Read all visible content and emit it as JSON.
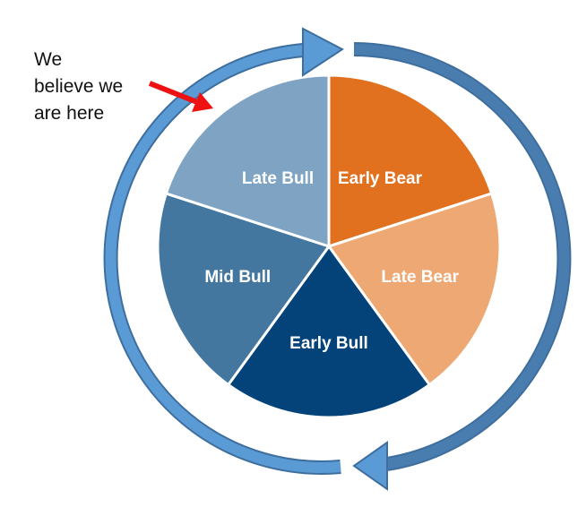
{
  "annotation": {
    "lines": [
      "We",
      "believe we",
      "are here"
    ]
  },
  "cycle": {
    "segments": [
      {
        "label": "Early Bear",
        "color": "#E2711F"
      },
      {
        "label": "Late Bear",
        "color": "#EEA873"
      },
      {
        "label": "Early Bull",
        "color": "#04427A"
      },
      {
        "label": "Mid Bull",
        "color": "#44779F"
      },
      {
        "label": "Late Bull",
        "color": "#7FA3C2"
      }
    ]
  },
  "colors": {
    "arrow_left": "#5B9BD5",
    "arrow_right": "#4A7DAF",
    "pointer": "#EE1111"
  }
}
